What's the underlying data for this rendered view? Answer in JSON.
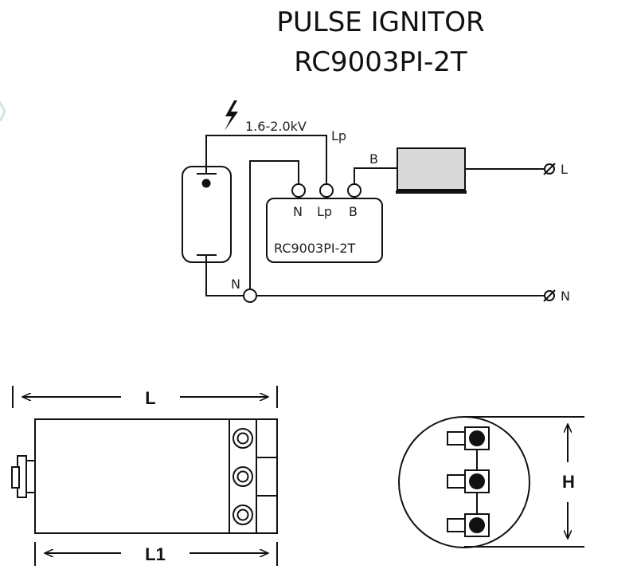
{
  "title": {
    "line1": "PULSE IGNITOR",
    "line2": "RC9003PI-2T"
  },
  "wiring": {
    "voltage_label": "1.6-2.0kV",
    "lp_wire_label": "Lp",
    "b_wire_label": "B",
    "n_wire_label": "N",
    "terminal_n": "N",
    "terminal_lp": "Lp",
    "terminal_b": "B",
    "ignitor_label": "RC9003PI-2T",
    "supply_l": "L",
    "supply_n": "N"
  },
  "dimensions": {
    "length": "L",
    "length_1": "L1",
    "height": "H"
  },
  "colors": {
    "ballast_fill": "#d9d9d9",
    "line": "#111111"
  },
  "icons": [
    "lightning-icon",
    "lamp-icon",
    "ballast-icon",
    "terminal-icon"
  ]
}
